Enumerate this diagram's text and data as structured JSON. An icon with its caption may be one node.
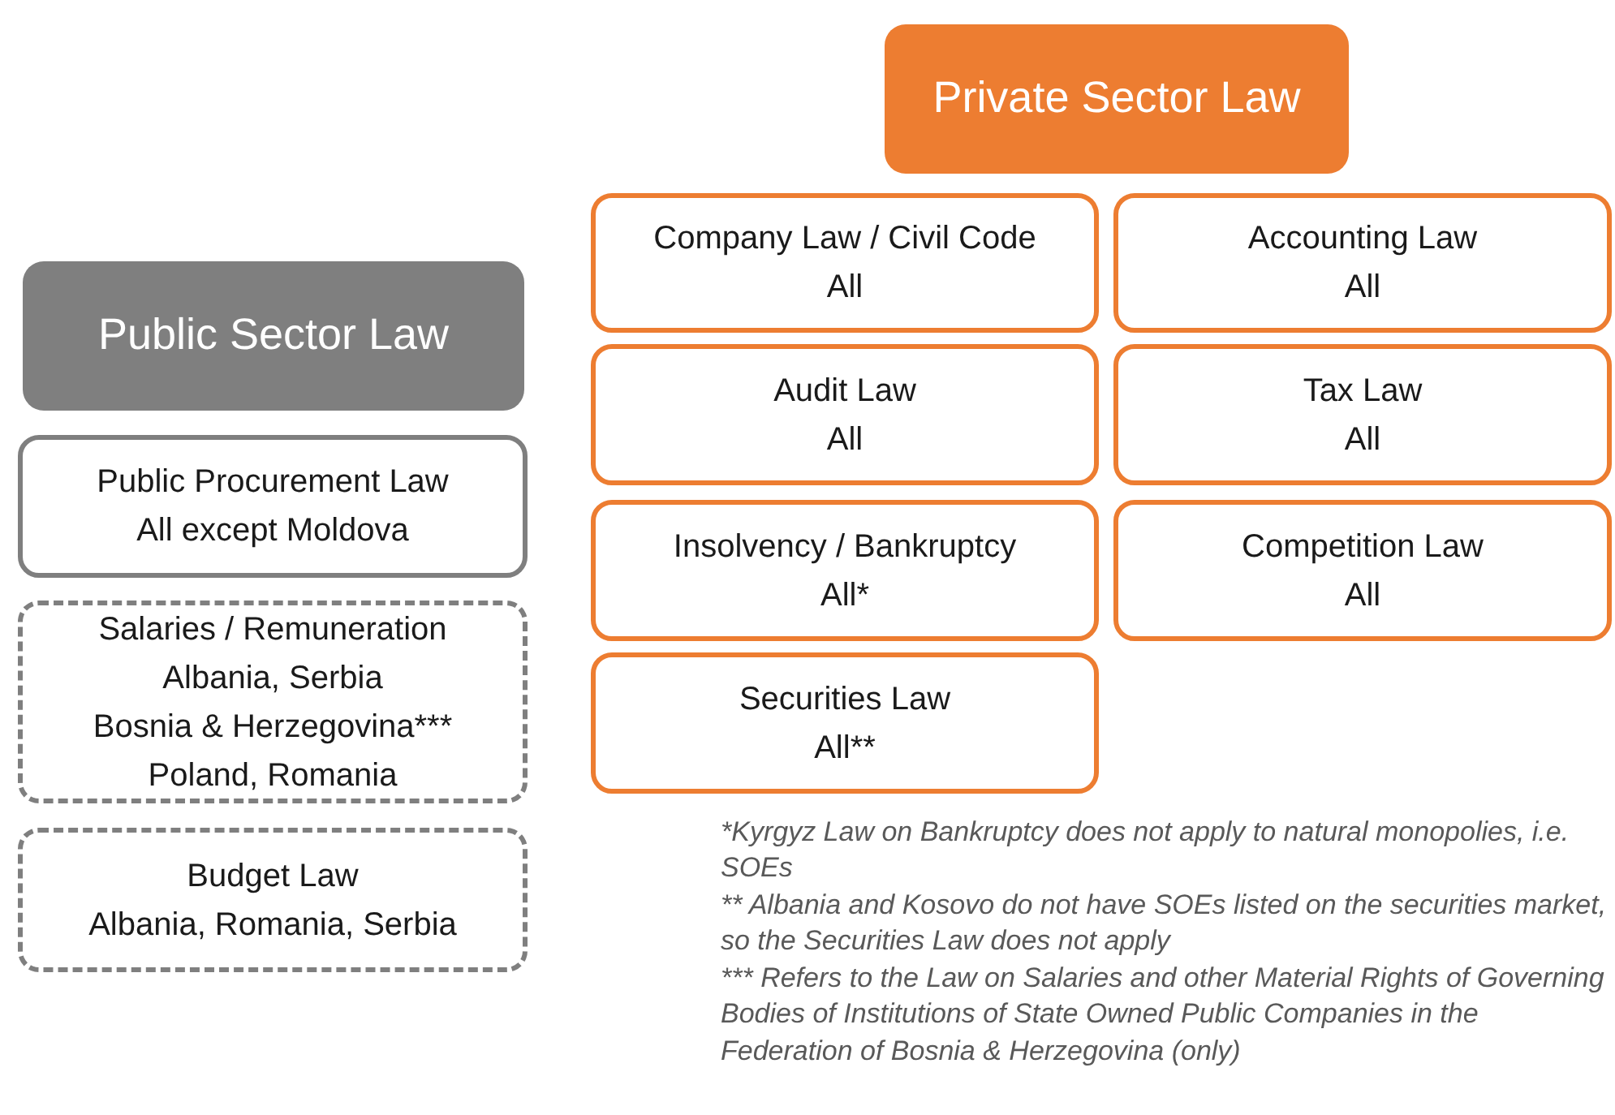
{
  "diagram": {
    "nodes": [
      {
        "text": [
          "Private Sector Law"
        ]
      },
      {
        "text": [
          "Company Law / Civil Code",
          "All"
        ]
      },
      {
        "text": [
          "Accounting Law",
          "All"
        ]
      },
      {
        "text": [
          "Audit Law",
          "All"
        ]
      },
      {
        "text": [
          "Tax Law",
          "All"
        ]
      },
      {
        "text": [
          "Insolvency / Bankruptcy",
          "All*"
        ]
      },
      {
        "text": [
          "Competition Law",
          "All"
        ]
      },
      {
        "text": [
          "Securities Law",
          "All**"
        ]
      },
      {
        "text": [
          "Public Sector Law"
        ]
      },
      {
        "text": [
          "Public Procurement Law",
          "All except Moldova"
        ]
      },
      {
        "text": [
          "Salaries / Remuneration",
          "Albania, Serbia",
          "Bosnia & Herzegovina***",
          "Poland, Romania"
        ]
      },
      {
        "text": [
          "Budget Law",
          "Albania, Romania, Serbia"
        ]
      }
    ],
    "edges": [],
    "labels": [
      "*Kyrgyz Law on Bankruptcy does not apply to natural monopolies, i.e. SOEs",
      "** Albania and Kosovo do not have SOEs listed on the securities market, so the Securities Law does not apply",
      "*** Refers to the Law on Salaries and other Material Rights of Governing Bodies of Institutions of State Owned Public Companies in the Federation of Bosnia & Herzegovina (only)"
    ]
  }
}
